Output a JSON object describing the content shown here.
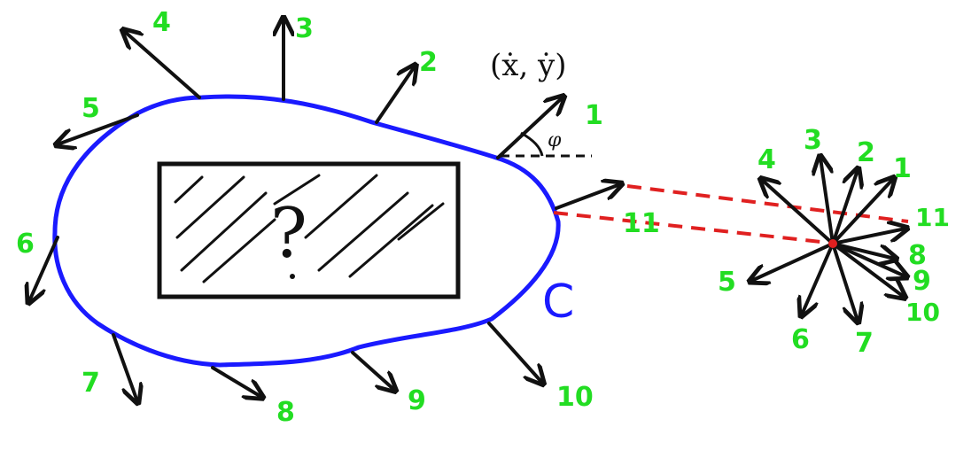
{
  "diagram": {
    "colors": {
      "outline": "#1a1aff",
      "labels": "#22dd22",
      "rays": "#e02020",
      "ink": "#111111"
    },
    "velocity_label": "(ẋ, ẏ)",
    "angle_label": "φ",
    "hidden_object_label": "?",
    "curve_label": "C",
    "boundary_labels": [
      "1",
      "2",
      "3",
      "4",
      "5",
      "6",
      "7",
      "8",
      "9",
      "10",
      "11"
    ],
    "star_labels": [
      "1",
      "2",
      "3",
      "4",
      "5",
      "6",
      "7",
      "8",
      "9",
      "10",
      "11"
    ]
  }
}
